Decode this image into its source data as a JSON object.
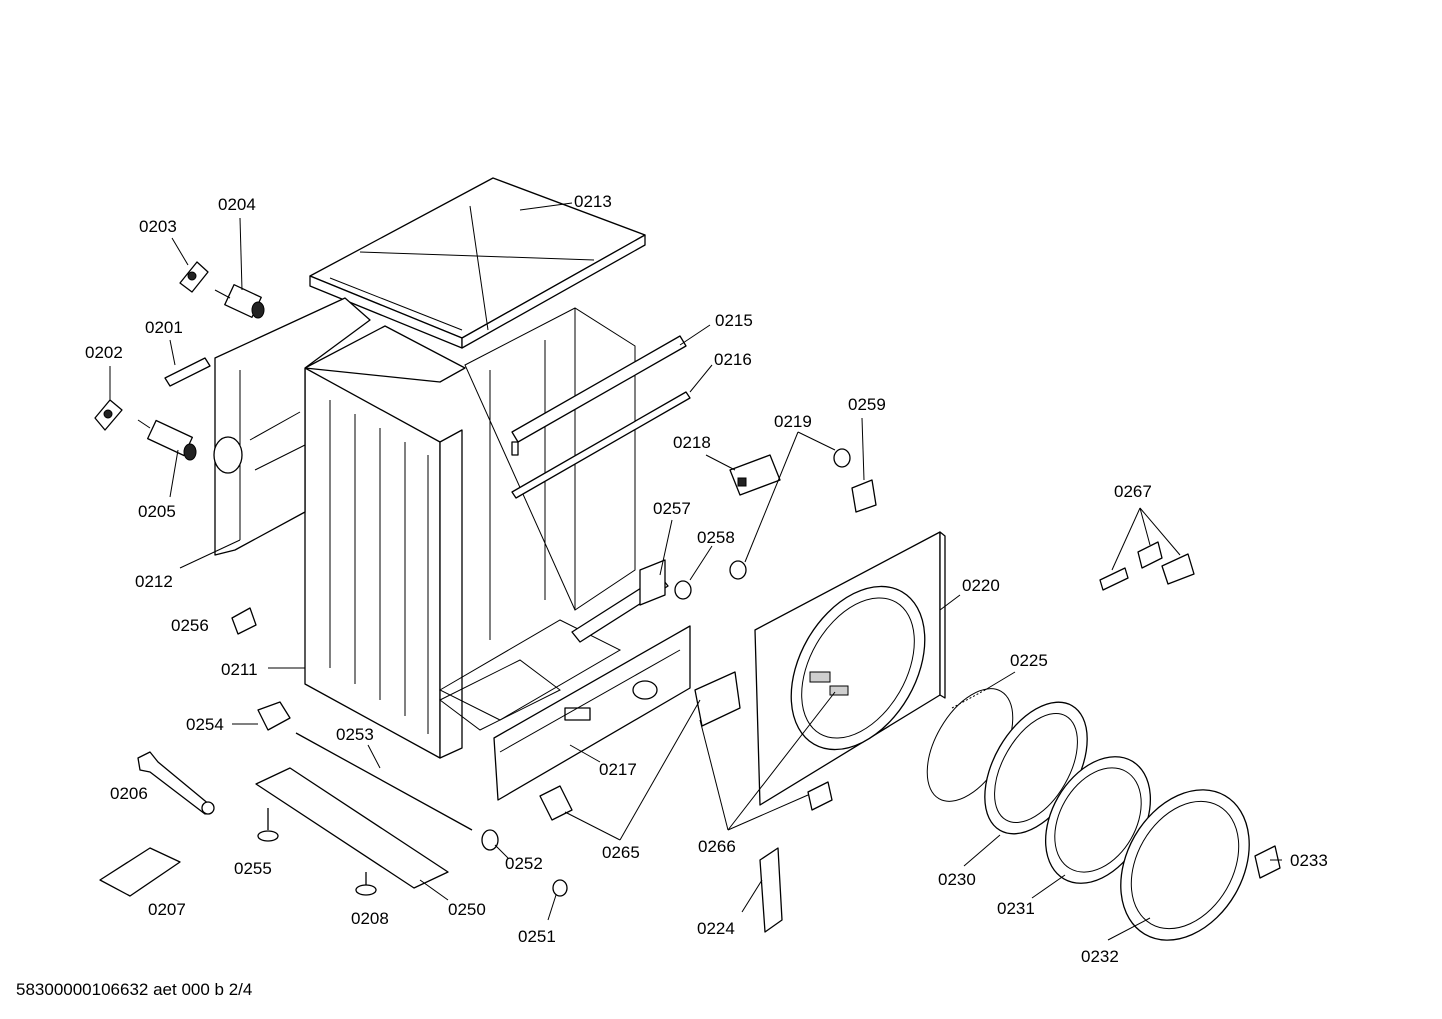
{
  "labels": {
    "p0201": "0201",
    "p0202": "0202",
    "p0203": "0203",
    "p0204": "0204",
    "p0205": "0205",
    "p0206": "0206",
    "p0207": "0207",
    "p0208": "0208",
    "p0211": "0211",
    "p0212": "0212",
    "p0213": "0213",
    "p0215": "0215",
    "p0216": "0216",
    "p0217": "0217",
    "p0218": "0218",
    "p0219": "0219",
    "p0220": "0220",
    "p0224": "0224",
    "p0225": "0225",
    "p0230": "0230",
    "p0231": "0231",
    "p0232": "0232",
    "p0233": "0233",
    "p0250": "0250",
    "p0251": "0251",
    "p0252": "0252",
    "p0253": "0253",
    "p0254": "0254",
    "p0255": "0255",
    "p0256": "0256",
    "p0257": "0257",
    "p0258": "0258",
    "p0259": "0259",
    "p0265": "0265",
    "p0266": "0266",
    "p0267": "0267"
  },
  "footer": "58300000106632 aet 000 b 2/4"
}
